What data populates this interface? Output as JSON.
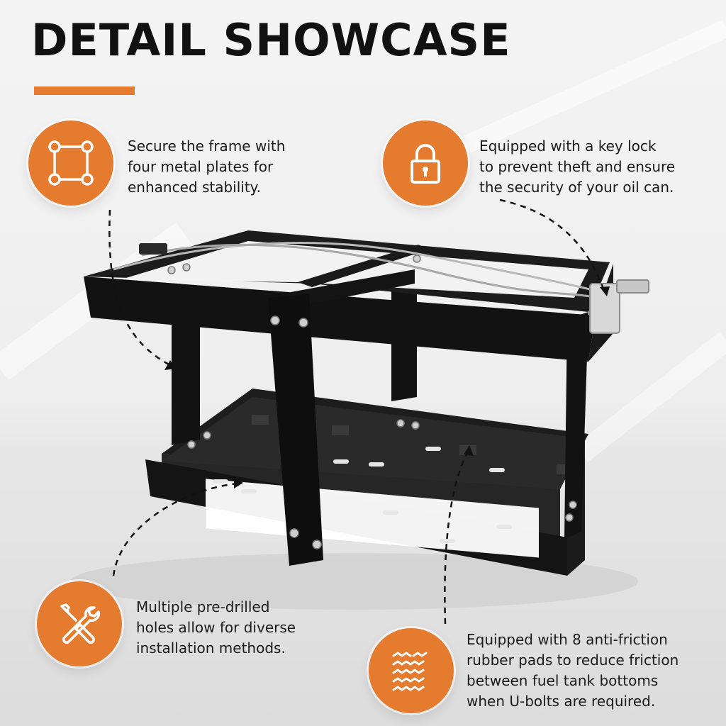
{
  "title": "DETAIL SHOWCASE",
  "colors": {
    "accent": "#e57b2f",
    "text": "#111111",
    "product": "#161616"
  },
  "features": [
    {
      "icon": "frame-corners-icon",
      "text": "Secure the frame with\nfour metal plates for\nenhanced stability."
    },
    {
      "icon": "padlock-icon",
      "text": "Equipped with a key lock\nto prevent theft and ensure\nthe security of your oil can."
    },
    {
      "icon": "screwdriver-wrench-icon",
      "text": "Multiple pre-drilled\nholes allow for diverse\ninstallation methods."
    },
    {
      "icon": "rubber-pad-texture-icon",
      "text": "Equipped with 8 anti-friction\nrubber pads to reduce friction\nbetween fuel tank bottoms\nwhen U-bolts are required."
    }
  ]
}
